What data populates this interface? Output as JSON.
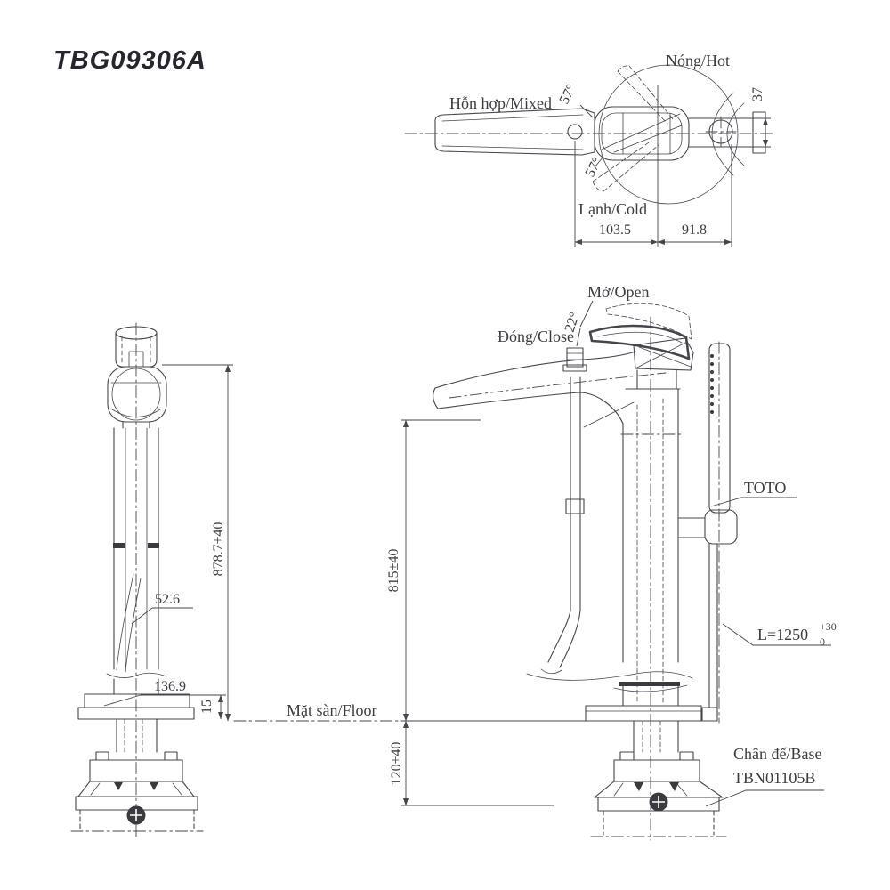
{
  "title": "TBG09306A",
  "colors": {
    "line": "#45454b",
    "text": "#3b3b40",
    "title": "#26262e",
    "background": "#ffffff"
  },
  "top_view": {
    "label_hot": "Nóng/Hot",
    "label_mixed": "Hỗn hợp/Mixed",
    "label_cold": "Lạnh/Cold",
    "angle_upper": "57°",
    "angle_lower": "57°",
    "dim_left": "103.5",
    "dim_right": "91.8",
    "dim_handle": "37"
  },
  "operation": {
    "label_open": "Mở/Open",
    "label_close": "Đóng/Close",
    "angle": "22°"
  },
  "side_view": {
    "dim_height": "878.7±40",
    "dim_width": "52.6",
    "dim_base": "136.9",
    "dim_plate": "15"
  },
  "front_view": {
    "dim_spout_height": "815±40",
    "dim_below_floor": "120±40",
    "label_floor": "Mặt sàn/Floor",
    "label_brand": "TOTO",
    "hose_prefix": "L=1250",
    "hose_sup": "+30",
    "hose_sub": "0",
    "label_base_line1": "Chân đế/Base",
    "label_base_line2": "TBN01105B"
  }
}
